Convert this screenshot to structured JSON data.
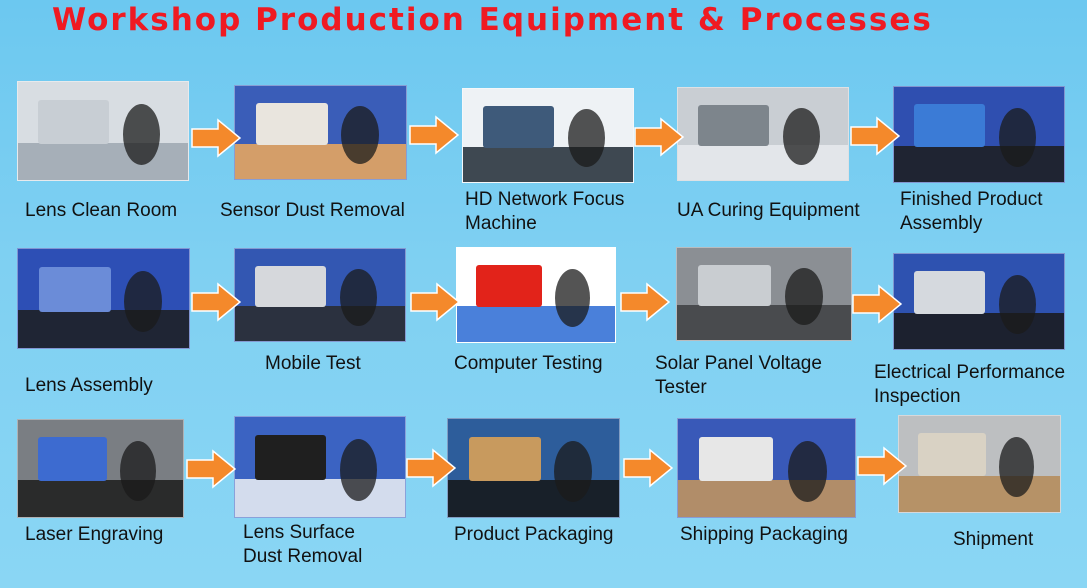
{
  "title": "Workshop Production Equipment & Processes",
  "colors": {
    "title": "#ef1a22",
    "arrow": "#f4892b",
    "arrow_edge": "#ffffff"
  },
  "rows": [
    {
      "steps": [
        {
          "name": "lens-clean-room",
          "caption_lines": [
            "Lens Clean Room"
          ]
        },
        {
          "name": "sensor-dust-removal",
          "caption_lines": [
            "Sensor Dust Removal"
          ]
        },
        {
          "name": "hd-network-focus-machine",
          "caption_lines": [
            "HD Network Focus",
            "Machine"
          ]
        },
        {
          "name": "ua-curing-equipment",
          "caption_lines": [
            "UA Curing Equipment"
          ]
        },
        {
          "name": "finished-product-assembly",
          "caption_lines": [
            "Finished Product",
            "Assembly"
          ]
        }
      ]
    },
    {
      "steps": [
        {
          "name": "lens-assembly",
          "caption_lines": [
            "Lens Assembly"
          ]
        },
        {
          "name": "mobile-test",
          "caption_lines": [
            "Mobile Test"
          ]
        },
        {
          "name": "computer-testing",
          "caption_lines": [
            "Computer Testing"
          ]
        },
        {
          "name": "solar-panel-voltage-tester",
          "caption_lines": [
            "Solar Panel Voltage",
            "Tester"
          ]
        },
        {
          "name": "electrical-performance-inspection",
          "caption_lines": [
            "Electrical Performance",
            "Inspection"
          ]
        }
      ]
    },
    {
      "steps": [
        {
          "name": "laser-engraving",
          "caption_lines": [
            "Laser Engraving"
          ]
        },
        {
          "name": "lens-surface-dust-removal",
          "caption_lines": [
            "Lens Surface",
            "Dust Removal"
          ]
        },
        {
          "name": "product-packaging",
          "caption_lines": [
            "Product Packaging"
          ]
        },
        {
          "name": "shipping-packaging",
          "caption_lines": [
            "Shipping Packaging"
          ]
        },
        {
          "name": "shipment",
          "caption_lines": [
            "Shipment"
          ]
        }
      ]
    }
  ]
}
